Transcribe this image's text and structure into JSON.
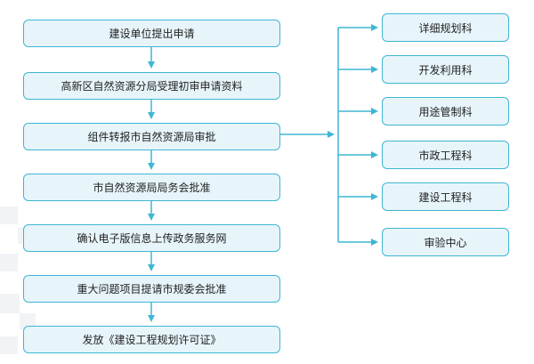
{
  "colors": {
    "border": "#3fb6d3",
    "fill": "#e7f5fb",
    "connector": "#3fb6d3",
    "text": "#222222"
  },
  "steps": [
    {
      "label": "建设单位提出申请"
    },
    {
      "label": "高新区自然资源分局受理初审申请资料"
    },
    {
      "label": "组件转报市自然资源局审批"
    },
    {
      "label": "市自然资源局局务会批准"
    },
    {
      "label": "确认电子版信息上传政务服务网"
    },
    {
      "label": "重大问题项目提请市规委会批准"
    },
    {
      "label": "发放《建设工程规划许可证》"
    }
  ],
  "departments": [
    {
      "label": "详细规划科"
    },
    {
      "label": "开发利用科"
    },
    {
      "label": "用途管制科"
    },
    {
      "label": "市政工程科"
    },
    {
      "label": "建设工程科"
    },
    {
      "label": "审验中心"
    }
  ]
}
